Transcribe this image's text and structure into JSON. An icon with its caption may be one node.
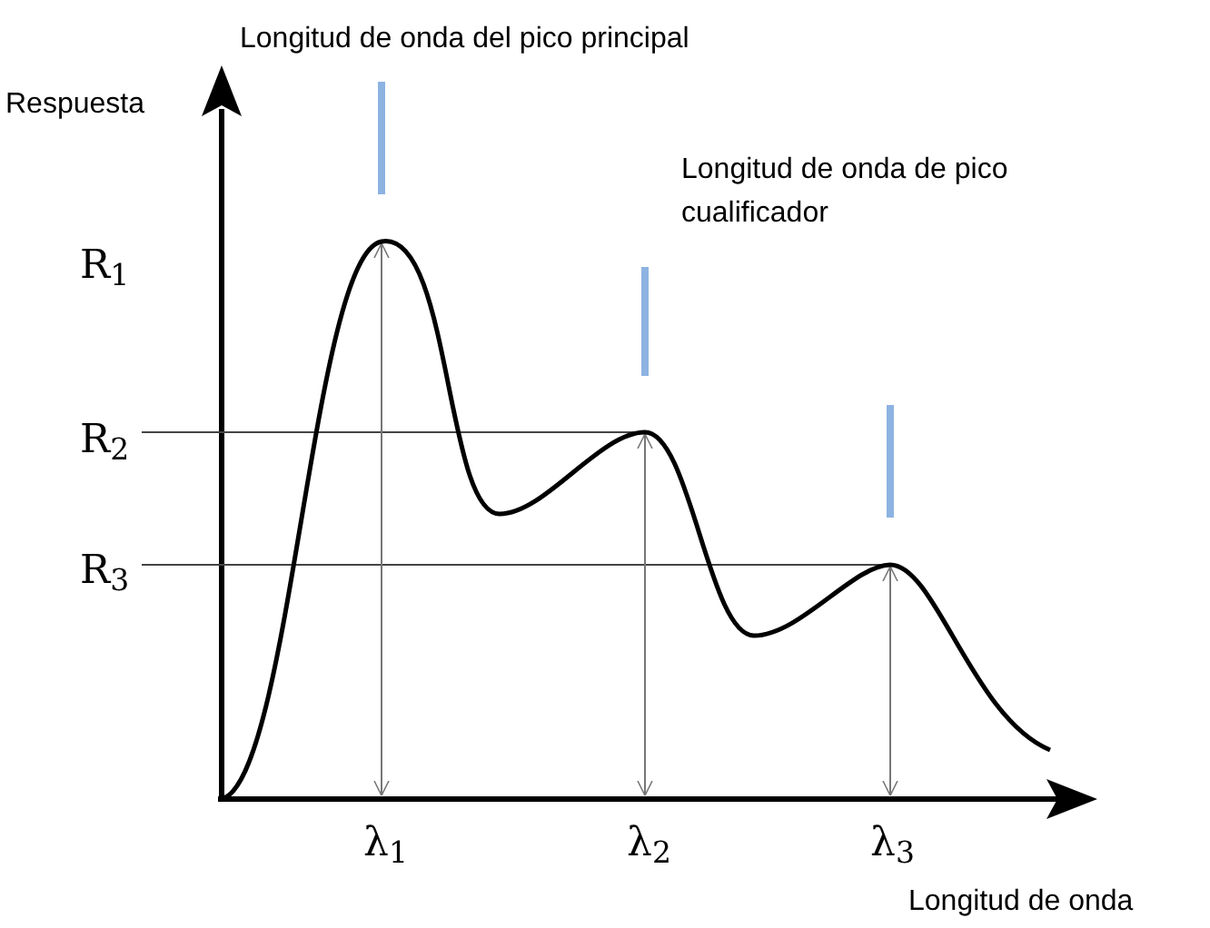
{
  "diagram": {
    "labels": [
      "Longitud de onda del pico principal",
      "Respuesta",
      "Longitud de onda de pico cualificador",
      "R$_{1}$",
      "R$_{2}$",
      "R$_{3}$",
      "λ$_{1}$",
      "λ$_{2}$",
      "λ$_{3}$",
      "Longitud de onda"
    ]
  }
}
